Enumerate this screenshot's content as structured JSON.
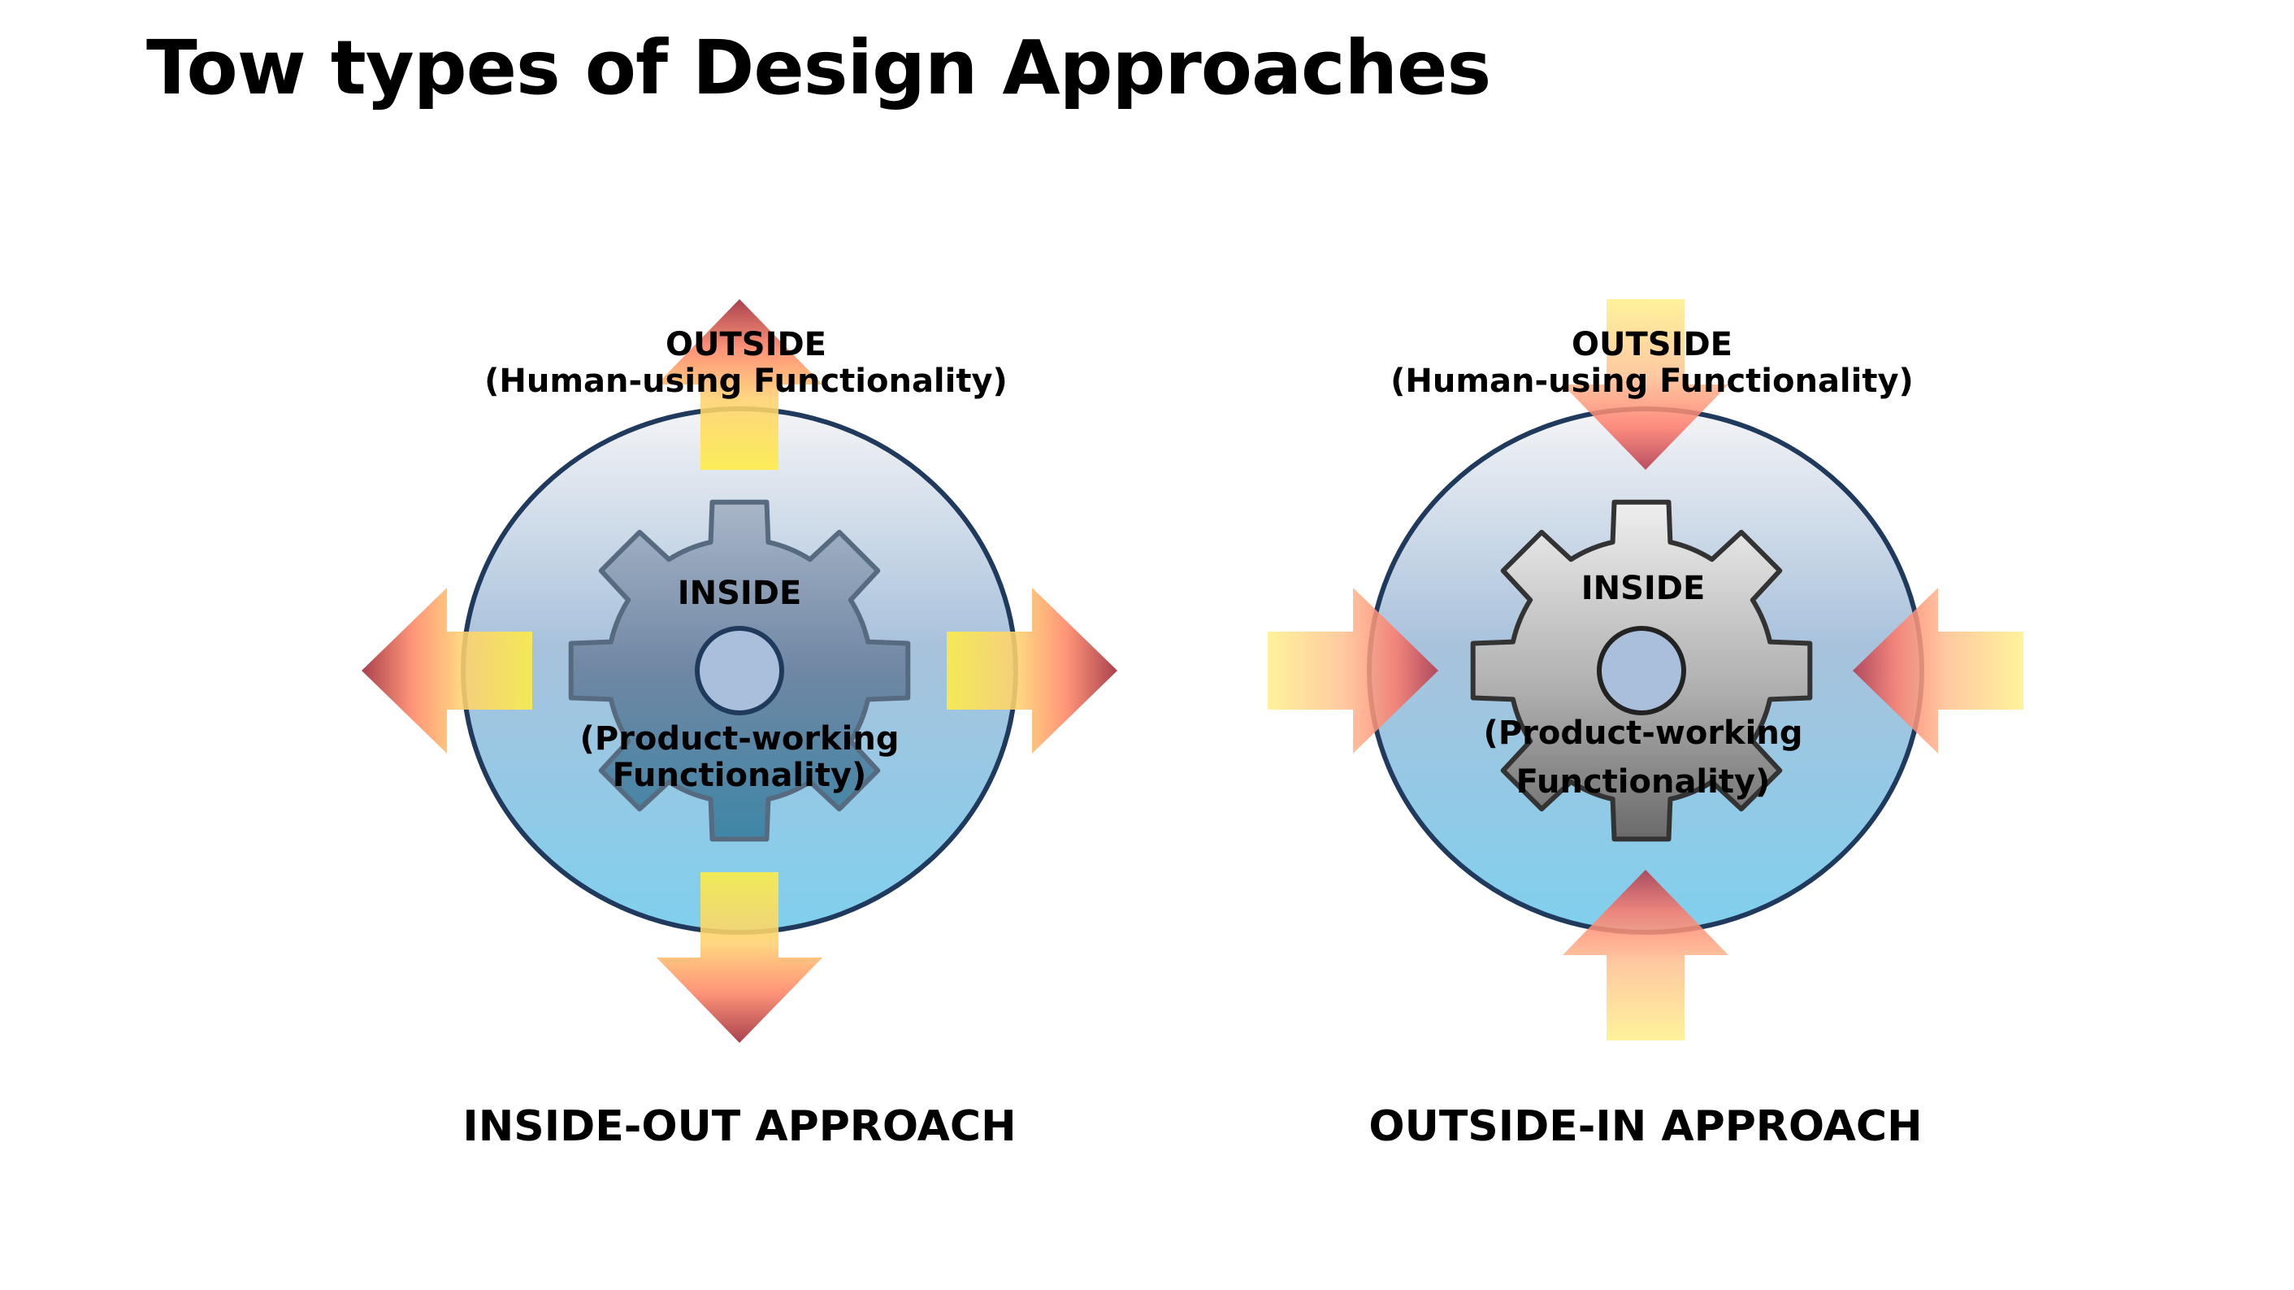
{
  "slide": {
    "title": "Tow types of Design Approaches"
  },
  "panels": [
    {
      "id": "inside-out",
      "outside_label": "OUTSIDE",
      "outside_sub": "(Human-using Functionality)",
      "inside_label": "INSIDE",
      "inside_sub_line1": "(Product-working",
      "inside_sub_line2": "Functionality)",
      "caption": "INSIDE-OUT APPROACH",
      "arrow_direction": "outward"
    },
    {
      "id": "outside-in",
      "outside_label": "OUTSIDE",
      "outside_sub": "(Human-using Functionality)",
      "inside_label": "INSIDE",
      "inside_sub_line1": "(Product-working",
      "inside_sub_line2": "Functionality)",
      "caption": "OUTSIDE-IN APPROACH",
      "arrow_direction": "inward"
    }
  ],
  "colors": {
    "circle_stroke": "#1f3a5c",
    "circle_top": "#f4f4f6",
    "circle_bottom": "#7fd0ee",
    "gear_blue_top": "#a9b6c8",
    "gear_blue_bottom": "#3f86a6",
    "gear_gray_top": "#eeeeee",
    "gear_gray_bottom": "#6d6d6d",
    "arrow_yellow": "#ffee66",
    "arrow_orange": "#ff8a5c",
    "arrow_red": "#b8324a"
  }
}
